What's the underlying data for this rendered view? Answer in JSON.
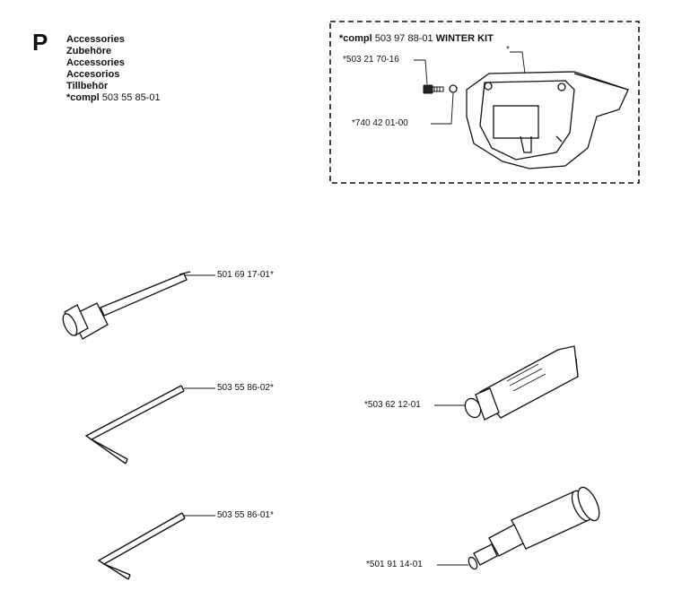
{
  "section": {
    "letter": "P",
    "titles": [
      "Accessories",
      "Zubehöre",
      "Accessories",
      "Accesorios",
      "Tillbehör"
    ],
    "compl_prefix": "*compl",
    "compl_number": "503 55 85-01"
  },
  "kit": {
    "compl_prefix": "*compl",
    "number": "503 97 88-01",
    "name": "WINTER KIT",
    "parts": {
      "bolt": "*503 21 70-16",
      "washer": "*740 42 01-00",
      "cover": "*"
    }
  },
  "parts": {
    "plug_wrench": "501 69 17-01*",
    "hex_key_large": "503 55 86-02*",
    "hex_key_small": "503 55 86-01*",
    "grease_tube": "*503 62 12-01",
    "grease_gun": "*501 91 14-01"
  }
}
